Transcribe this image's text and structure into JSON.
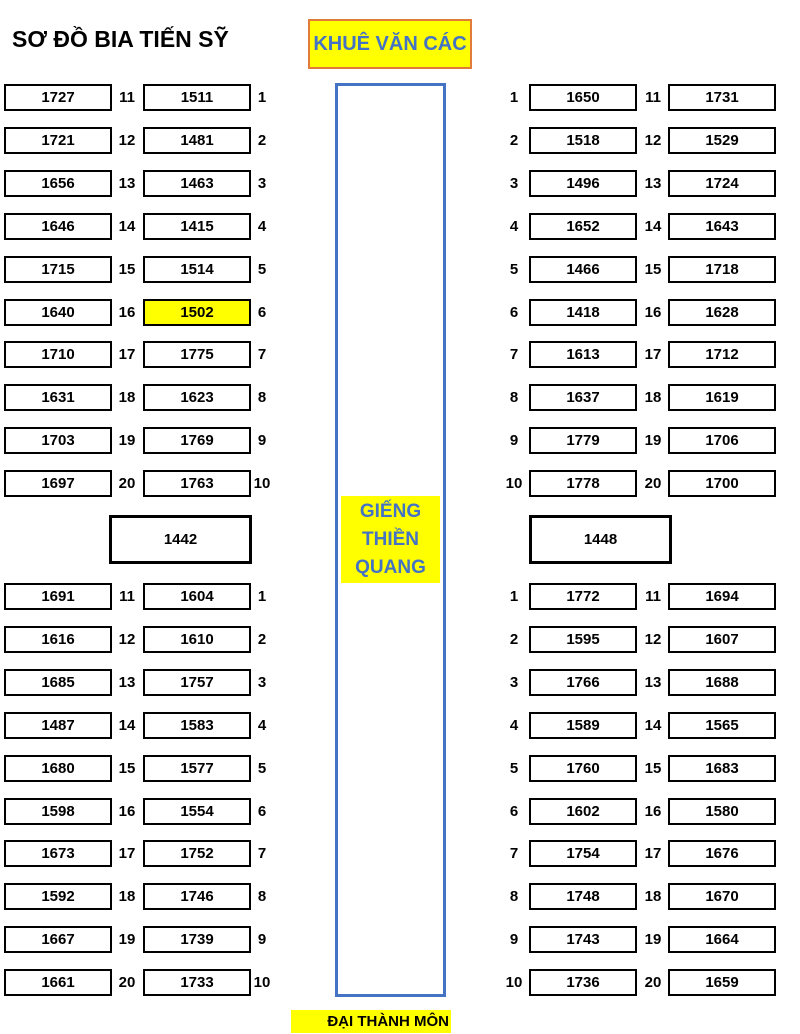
{
  "title": "SƠ ĐỒ BIA TIẾN SỸ",
  "khue_van_cac": "KHUÊ VĂN CÁC",
  "well_label": [
    "GIẾNG",
    "THIỀN",
    "QUANG"
  ],
  "dai_thanh_mon": "ĐẠI THÀNH MÔN",
  "highlight_color": "#ffff00",
  "well_border_color": "#4472c4",
  "khue_border_color": "#e07b39",
  "top_center": {
    "left": "1442",
    "right": "1448"
  },
  "sections": {
    "top_left": {
      "outer": [
        "1727",
        "1721",
        "1656",
        "1646",
        "1715",
        "1640",
        "1710",
        "1631",
        "1703",
        "1697"
      ],
      "outer_nums": [
        "11",
        "12",
        "13",
        "14",
        "15",
        "16",
        "17",
        "18",
        "19",
        "20"
      ],
      "inner": [
        "1511",
        "1481",
        "1463",
        "1415",
        "1514",
        "1502",
        "1775",
        "1623",
        "1769",
        "1763"
      ],
      "inner_nums": [
        "1",
        "2",
        "3",
        "4",
        "5",
        "6",
        "7",
        "8",
        "9",
        "10"
      ]
    },
    "top_right": {
      "inner_nums": [
        "1",
        "2",
        "3",
        "4",
        "5",
        "6",
        "7",
        "8",
        "9",
        "10"
      ],
      "inner": [
        "1650",
        "1518",
        "1496",
        "1652",
        "1466",
        "1418",
        "1613",
        "1637",
        "1779",
        "1778"
      ],
      "outer_nums": [
        "11",
        "12",
        "13",
        "14",
        "15",
        "16",
        "17",
        "18",
        "19",
        "20"
      ],
      "outer": [
        "1731",
        "1529",
        "1724",
        "1643",
        "1718",
        "1628",
        "1712",
        "1619",
        "1706",
        "1700"
      ]
    },
    "bottom_left": {
      "outer": [
        "1691",
        "1616",
        "1685",
        "1487",
        "1680",
        "1598",
        "1673",
        "1592",
        "1667",
        "1661"
      ],
      "outer_nums": [
        "11",
        "12",
        "13",
        "14",
        "15",
        "16",
        "17",
        "18",
        "19",
        "20"
      ],
      "inner": [
        "1604",
        "1610",
        "1757",
        "1583",
        "1577",
        "1554",
        "1752",
        "1746",
        "1739",
        "1733"
      ],
      "inner_nums": [
        "1",
        "2",
        "3",
        "4",
        "5",
        "6",
        "7",
        "8",
        "9",
        "10"
      ]
    },
    "bottom_right": {
      "inner_nums": [
        "1",
        "2",
        "3",
        "4",
        "5",
        "6",
        "7",
        "8",
        "9",
        "10"
      ],
      "inner": [
        "1772",
        "1595",
        "1766",
        "1589",
        "1760",
        "1602",
        "1754",
        "1748",
        "1743",
        "1736"
      ],
      "outer_nums": [
        "11",
        "12",
        "13",
        "14",
        "15",
        "16",
        "17",
        "18",
        "19",
        "20"
      ],
      "outer": [
        "1694",
        "1607",
        "1688",
        "1565",
        "1683",
        "1580",
        "1676",
        "1670",
        "1664",
        "1659"
      ]
    }
  },
  "highlighted": {
    "section": "top_left",
    "column": "inner",
    "index": 5
  }
}
